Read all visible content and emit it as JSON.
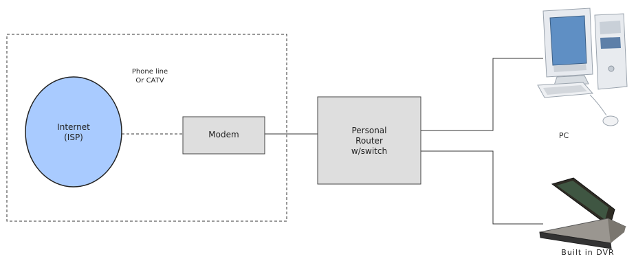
{
  "nodes": {
    "internet": {
      "line1": "Internet",
      "line2": "(ISP)"
    },
    "modem": {
      "label": "Modem"
    },
    "router": {
      "line1": "Personal",
      "line2": "Router",
      "line3": "w/switch"
    },
    "pc": {
      "label": "PC"
    },
    "dvr": {
      "label": "Built in DVR"
    }
  },
  "annotations": {
    "connection_line1": "Phone line",
    "connection_line2": "Or CATV"
  },
  "colors": {
    "internet_fill": "#a9cbff",
    "box_fill": "#dedede",
    "line": "#333333"
  }
}
